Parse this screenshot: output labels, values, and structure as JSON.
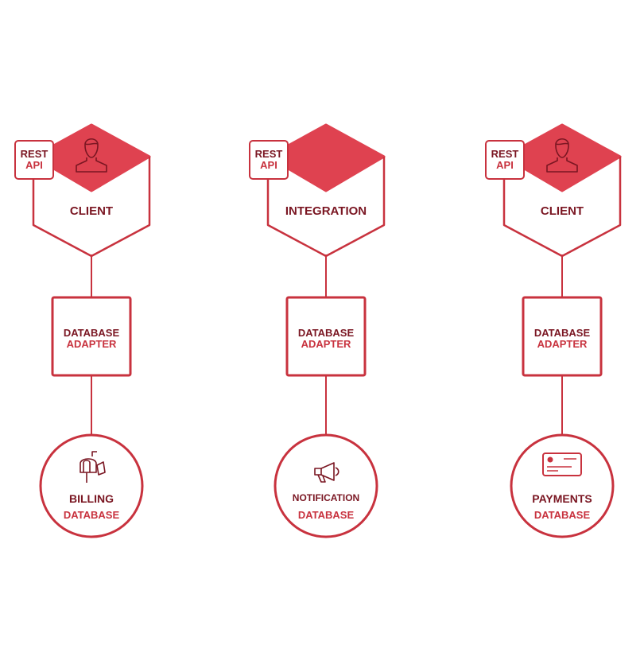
{
  "colors": {
    "primary": "#c8323e",
    "fill": "#df4250",
    "dark_text": "#7a1622"
  },
  "columns": [
    {
      "rest_tag": {
        "line1": "REST",
        "line2": "API"
      },
      "service_type": "CLIENT",
      "service_icon": "user-icon",
      "adapter": {
        "line1": "DATABASE",
        "line2": "ADAPTER"
      },
      "database": {
        "name": "BILLING",
        "type": "DATABASE",
        "icon": "mailbox-icon"
      }
    },
    {
      "rest_tag": {
        "line1": "REST",
        "line2": "API"
      },
      "service_type": "INTEGRATION",
      "service_icon": "",
      "adapter": {
        "line1": "DATABASE",
        "line2": "ADAPTER"
      },
      "database": {
        "name": "NOTIFICATION",
        "type": "DATABASE",
        "icon": "megaphone-icon"
      }
    },
    {
      "rest_tag": {
        "line1": "REST",
        "line2": "API"
      },
      "service_type": "CLIENT",
      "service_icon": "user-icon",
      "adapter": {
        "line1": "DATABASE",
        "line2": "ADAPTER"
      },
      "database": {
        "name": "PAYMENTS",
        "type": "DATABASE",
        "icon": "credit-card-icon"
      }
    }
  ]
}
